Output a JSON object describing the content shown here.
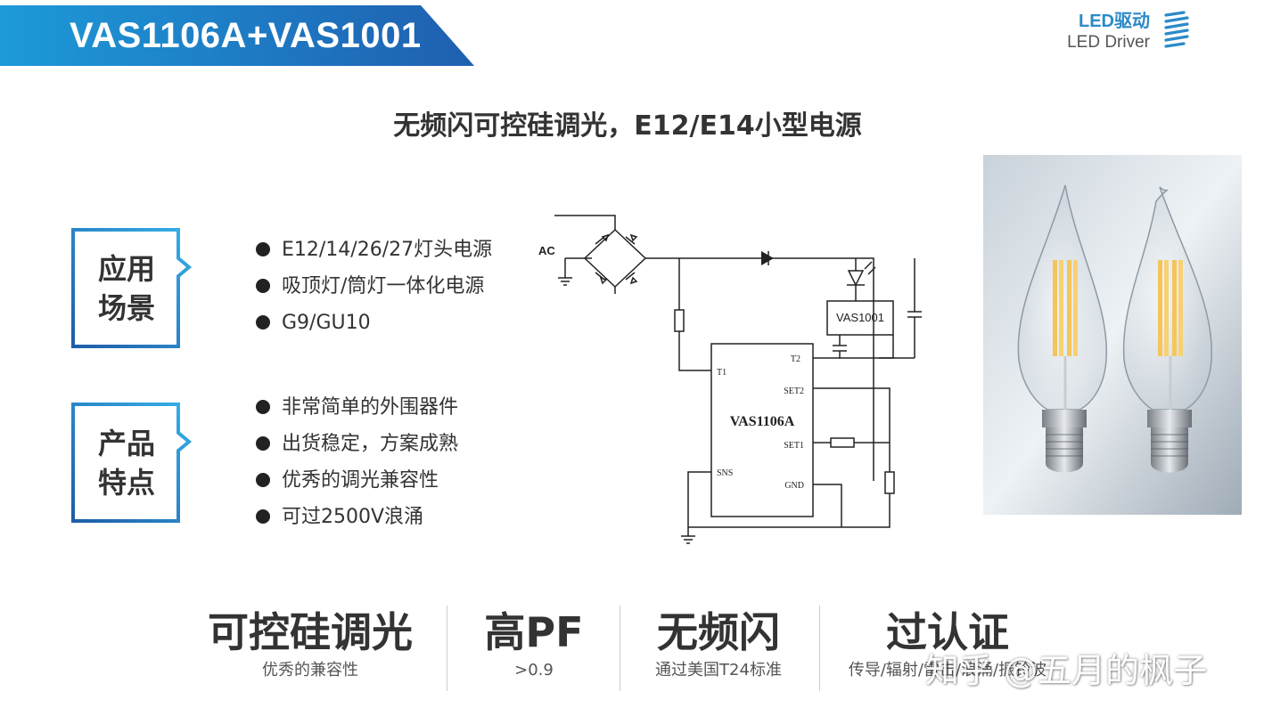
{
  "header": {
    "title": "VAS1106A+VAS1001"
  },
  "brand": {
    "line1": "LED驱动",
    "line2": "LED Driver",
    "icon": "stripes-logo-icon"
  },
  "subtitle": "无频闪可控硅调光，E12/E14小型电源",
  "sections": [
    {
      "label_line1": "应用",
      "label_line2": "场景",
      "bullets": [
        "E12/14/26/27灯头电源",
        "吸顶灯/筒灯一体化电源",
        "G9/GU10"
      ]
    },
    {
      "label_line1": "产品",
      "label_line2": "特点",
      "bullets": [
        "非常简单的外围器件",
        "出货稳定，方案成熟",
        "优秀的调光兼容性",
        "可过2500V浪涌"
      ]
    }
  ],
  "schematic": {
    "ac_label": "AC",
    "chip_main": "VAS1106A",
    "chip_aux": "VAS1001",
    "pins": {
      "t1": "T1",
      "t2": "T2",
      "set2": "SET2",
      "set1": "SET1",
      "sns": "SNS",
      "gnd": "GND"
    }
  },
  "photo": {
    "subject": "two E14 candle filament LED bulbs"
  },
  "features": [
    {
      "title": "可控硅调光",
      "sub": "优秀的兼容性"
    },
    {
      "title": "高PF",
      "sub": ">0.9"
    },
    {
      "title": "无频闪",
      "sub": "通过美国T24标准"
    },
    {
      "title": "过认证",
      "sub": "传导/辐射/雷击/浪涌/振铃波"
    }
  ],
  "watermark": "知乎 @五月的枫子",
  "colors": {
    "banner_dark": "#1f5da8",
    "banner_light": "#2f9fdb",
    "accent": "#2a8ac8"
  }
}
